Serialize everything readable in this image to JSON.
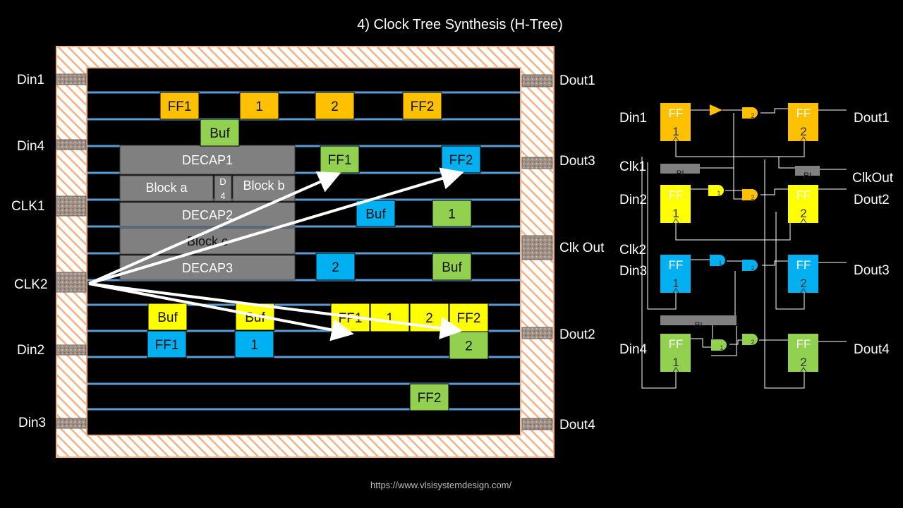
{
  "title": "4) Clock Tree Synthesis (H-Tree)",
  "url": "https://www.vlsisystemdesign.com/",
  "colors": {
    "orange": "#ffc000",
    "green": "#92d050",
    "blue": "#00b0f0",
    "yellow": "#ffff00",
    "gray": "#808080",
    "row_line": "#5b9bd5",
    "hatch": "#f4b183",
    "arrow": "#ffffff"
  },
  "floorplan": {
    "pins_left": [
      "Din1",
      "Din4",
      "CLK1",
      "CLK2",
      "Din2",
      "Din3"
    ],
    "pins_right": [
      "Dout1",
      "Dout3",
      "Clk Out",
      "Dout2",
      "Dout4"
    ],
    "macros": {
      "decap1": "DECAP1",
      "block_a": "Block a",
      "d4": "D\n4",
      "block_b": "Block b",
      "decap2": "DECAP2",
      "block_c": "Block c",
      "decap3": "DECAP3"
    },
    "cells": [
      {
        "text": "FF1",
        "color": "orange"
      },
      {
        "text": "1",
        "color": "orange"
      },
      {
        "text": "2",
        "color": "orange"
      },
      {
        "text": "FF2",
        "color": "orange"
      },
      {
        "text": "Buf",
        "color": "green"
      },
      {
        "text": "FF1",
        "color": "green"
      },
      {
        "text": "FF2",
        "color": "blue"
      },
      {
        "text": "Buf",
        "color": "blue"
      },
      {
        "text": "1",
        "color": "green"
      },
      {
        "text": "2",
        "color": "blue"
      },
      {
        "text": "Buf",
        "color": "green"
      },
      {
        "text": "Buf",
        "color": "yellow"
      },
      {
        "text": "Buf",
        "color": "yellow"
      },
      {
        "text": "FF1",
        "color": "yellow"
      },
      {
        "text": "1",
        "color": "yellow"
      },
      {
        "text": "2",
        "color": "yellow"
      },
      {
        "text": "FF2",
        "color": "yellow"
      },
      {
        "text": "FF1",
        "color": "blue"
      },
      {
        "text": "1",
        "color": "blue"
      },
      {
        "text": "2",
        "color": "green"
      },
      {
        "text": "FF2",
        "color": "green"
      }
    ]
  },
  "schematic": {
    "inputs": [
      "Din1",
      "Clk1",
      "Din2",
      "Clk2",
      "Din3",
      "Din4"
    ],
    "outputs": [
      "Dout1",
      "ClkOut",
      "Dout2",
      "Dout3",
      "Dout4"
    ],
    "ff_top": "FF",
    "ff1_bottom": "1",
    "ff2_bottom": "2",
    "buffer_label": "Bl",
    "gate_label_1": "1",
    "gate_label_2": "2"
  }
}
